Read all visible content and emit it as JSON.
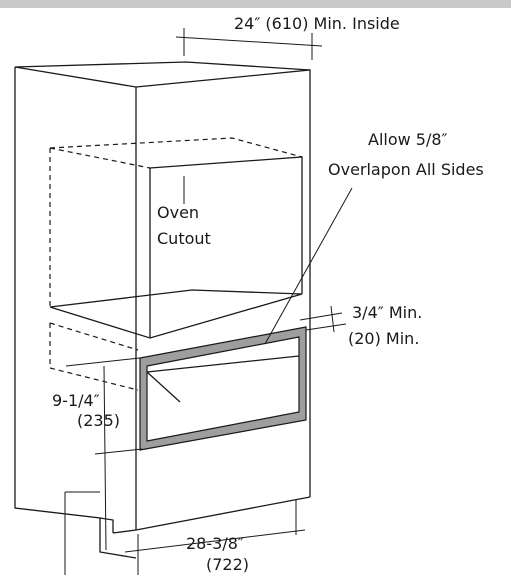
{
  "labels": {
    "inside_width": "24″ (610) Min. Inside",
    "overlap_line1": "Allow 5/8″",
    "overlap_line2": "Overlapon All Sides",
    "cutout_line1": "Oven",
    "cutout_line2": "Cutout",
    "min_top_line1": "3/4″ Min.",
    "min_top_line2": "(20) Min.",
    "height_line1": "9-1/4″",
    "height_line2": "(235)",
    "width_line1": "28-3/8″",
    "width_line2": "(722)"
  },
  "colors": {
    "line": "#1a1a1a",
    "trim_frame": "#9e9e9e",
    "header_bar": "#c9c9c9"
  }
}
